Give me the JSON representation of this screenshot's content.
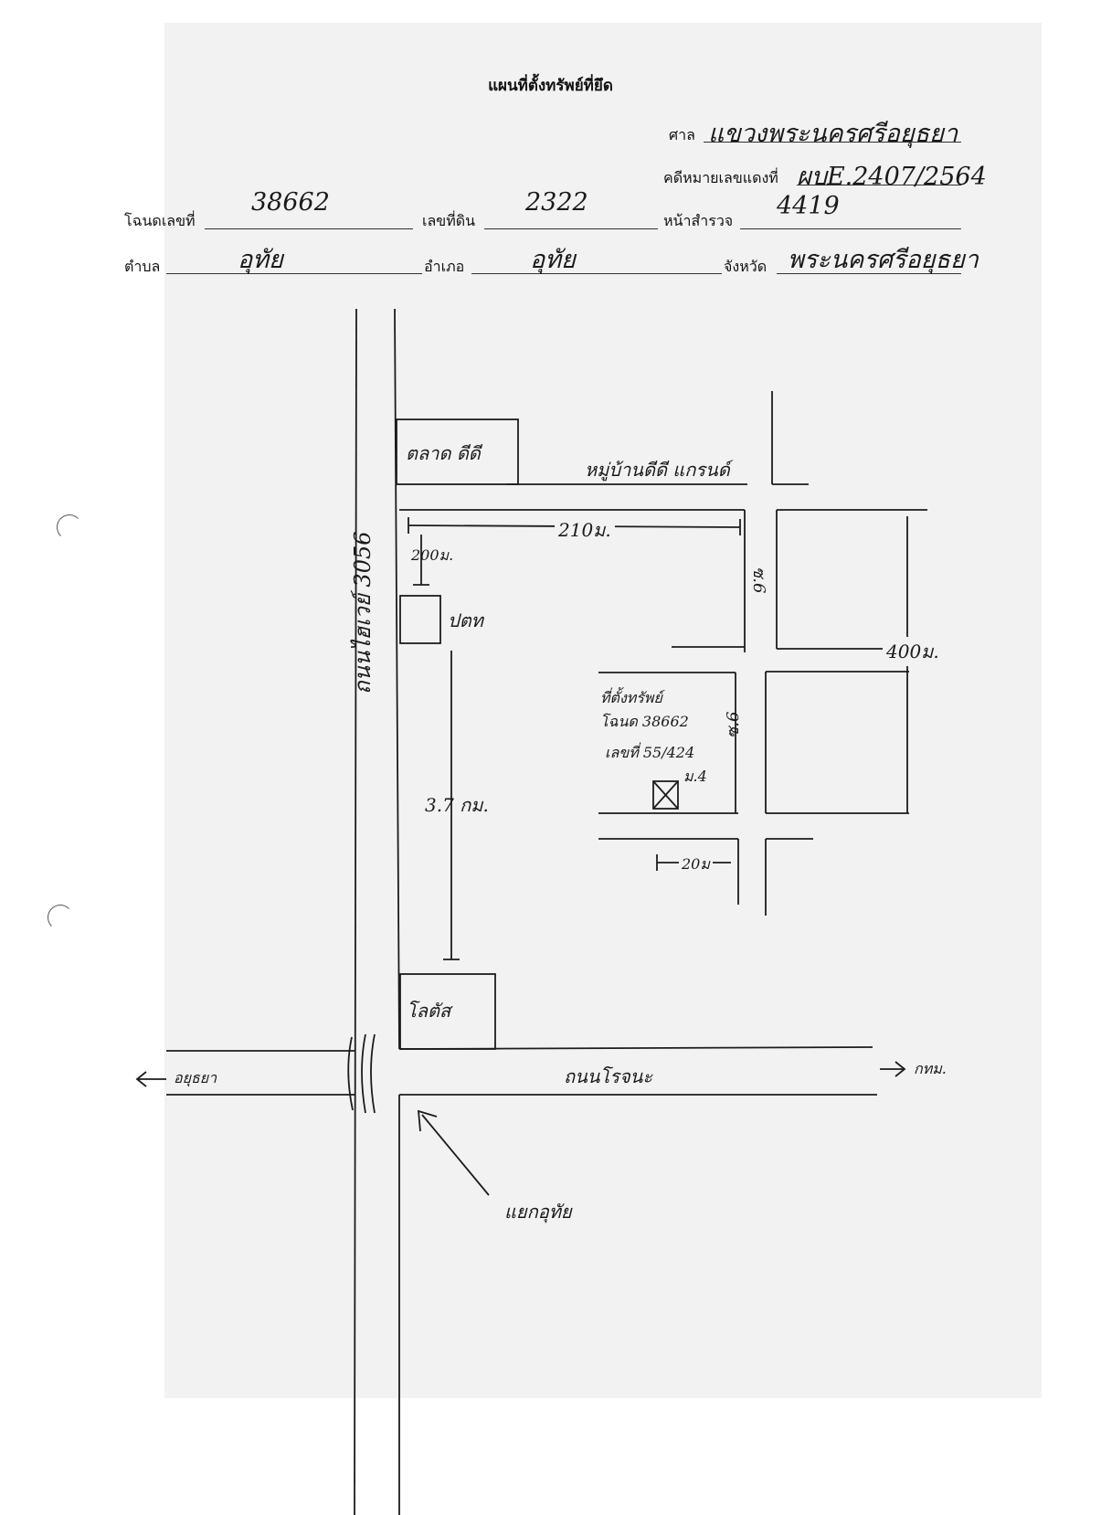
{
  "header": {
    "title": "แผนที่ตั้งทรัพย์ที่ยึด",
    "court_label": "ศาล",
    "court_value": "แขวงพระนครศรีอยุธยา",
    "case_label": "คดีหมายเลขแดงที่",
    "case_value": "ผบE.2407/2564"
  },
  "fields": {
    "deed_label": "โฉนดเลขที่",
    "deed_value": "38662",
    "land_no_label": "เลขที่ดิน",
    "land_no_value": "2322",
    "survey_label": "หน้าสำรวจ",
    "survey_value": "4419",
    "subdistrict_label": "ตำบล",
    "subdistrict_value": "อุทัย",
    "district_label": "อำเภอ",
    "district_value": "อุทัย",
    "province_label": "จังหวัด",
    "province_value": "พระนครศรีอยุธยา"
  },
  "map": {
    "highway_label": "ถนนไฮเวย์ 3056",
    "market_label": "ตลาด ดีดี",
    "village_label": "หมู่บ้านดีดี แกรนด์",
    "dist_210": "210ม.",
    "dist_200": "200ม.",
    "dist_400": "400ม.",
    "post_label": "ปตท",
    "dist_37km": "3.7 กม.",
    "soi_label_1": "ซ.6",
    "soi_label_2": "ซ.6",
    "property_line1": "ที่ตั้งทรัพย์",
    "property_line2": "โฉนด 38662",
    "property_line3": "เลขที่ 55/424",
    "property_moo": "ม.4",
    "dist_20": "20ม",
    "lotus_label": "โลตัส",
    "road_label": "ถนนโรจนะ",
    "ayutthaya_label": "อยุธยา",
    "bangkok_label": "กทม.",
    "junction_label": "แยกอุทัย"
  }
}
